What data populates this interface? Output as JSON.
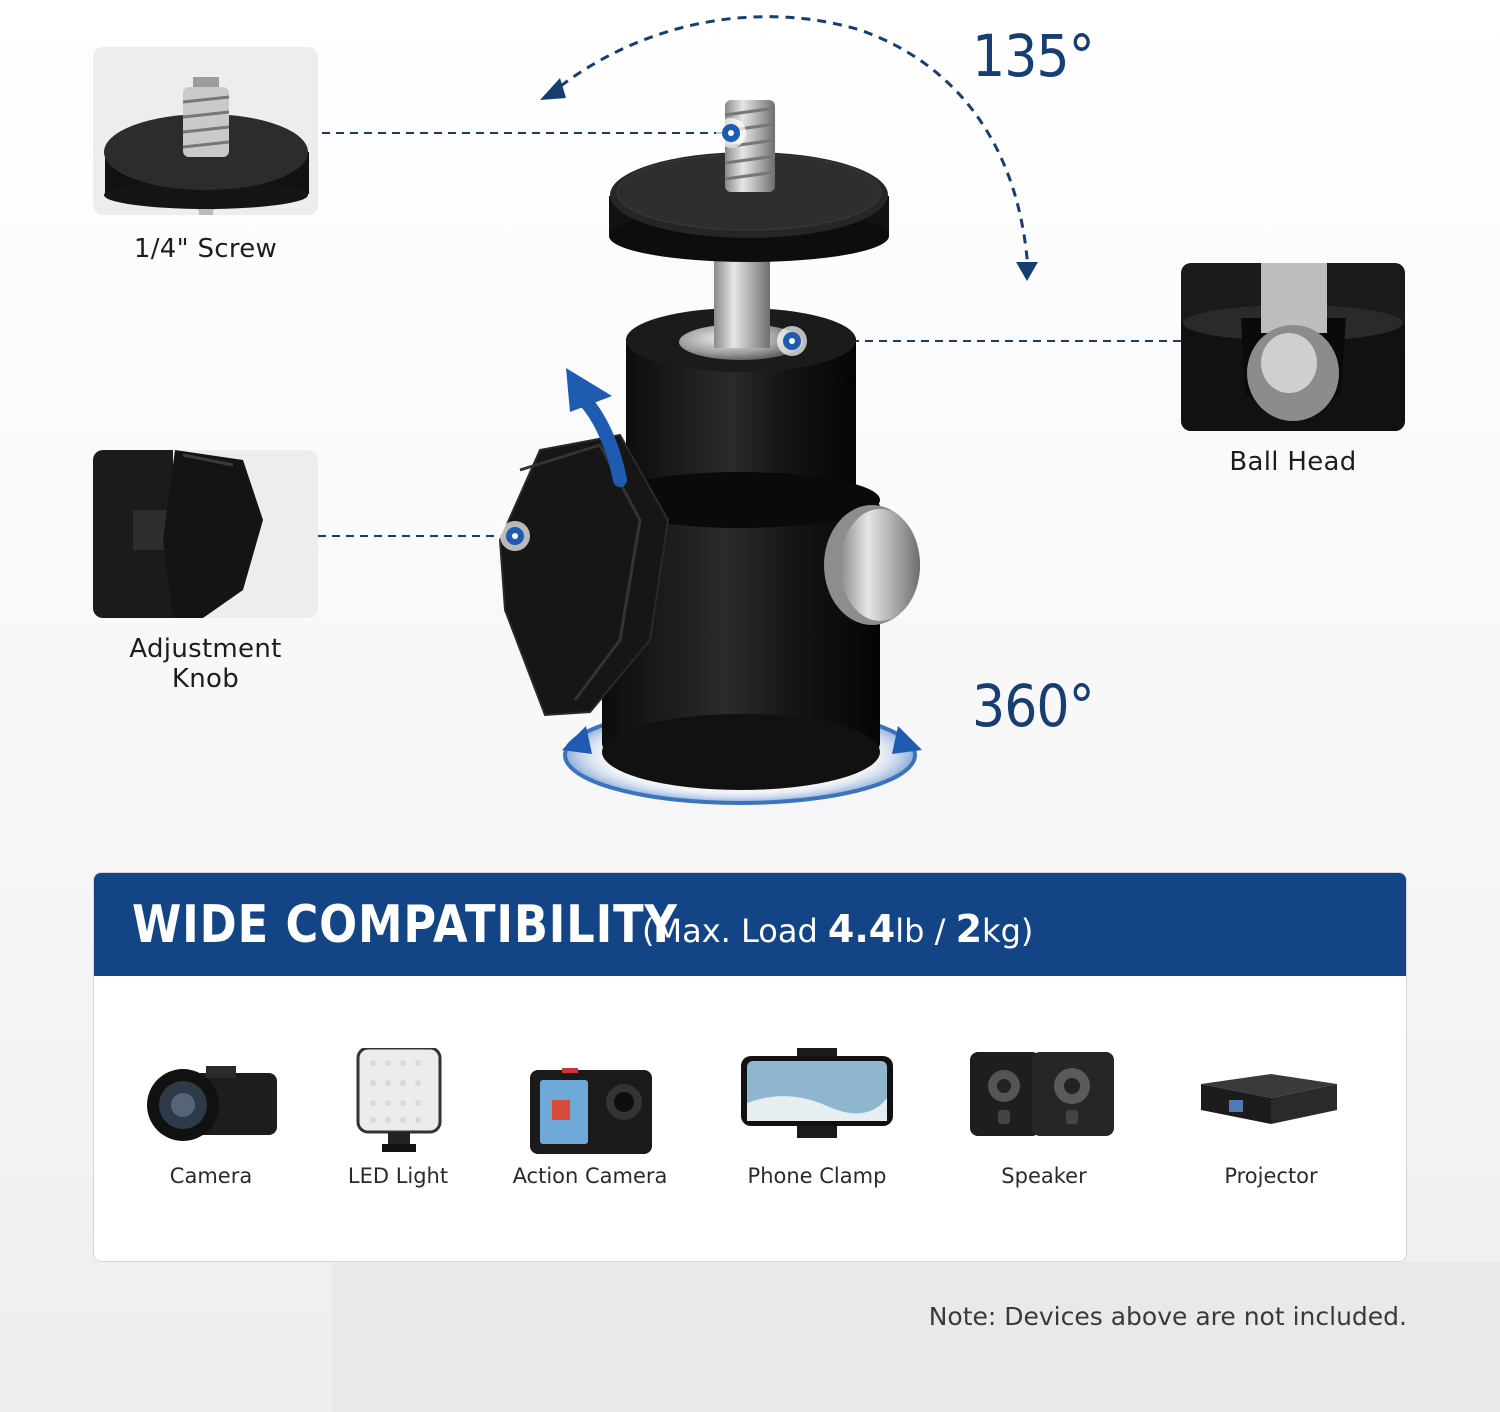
{
  "angles": {
    "tilt": "135°",
    "rotate": "360°"
  },
  "callouts": [
    {
      "label": "1/4\" Screw"
    },
    {
      "label": "Ball Head"
    },
    {
      "label": "Adjustment Knob"
    }
  ],
  "compatibility": {
    "title": "WIDE COMPATIBILITY",
    "open_paren": "(",
    "max_load_text": "Max. Load ",
    "lb_value": "4.4",
    "lb_unit": "lb / ",
    "kg_value": "2",
    "kg_unit": "kg",
    "close_paren": ")",
    "devices": [
      {
        "name": "Camera",
        "icon": "camera-icon"
      },
      {
        "name": "LED Light",
        "icon": "led-light-icon"
      },
      {
        "name": "Action Camera",
        "icon": "action-camera-icon"
      },
      {
        "name": "Phone Clamp",
        "icon": "phone-clamp-icon"
      },
      {
        "name": "Speaker",
        "icon": "speaker-icon"
      },
      {
        "name": "Projector",
        "icon": "projector-icon"
      }
    ]
  },
  "note": "Note: Devices above are not included.",
  "colors": {
    "accent": "#134586",
    "angle_text": "#163e73",
    "marker": "#1f5bb0"
  }
}
